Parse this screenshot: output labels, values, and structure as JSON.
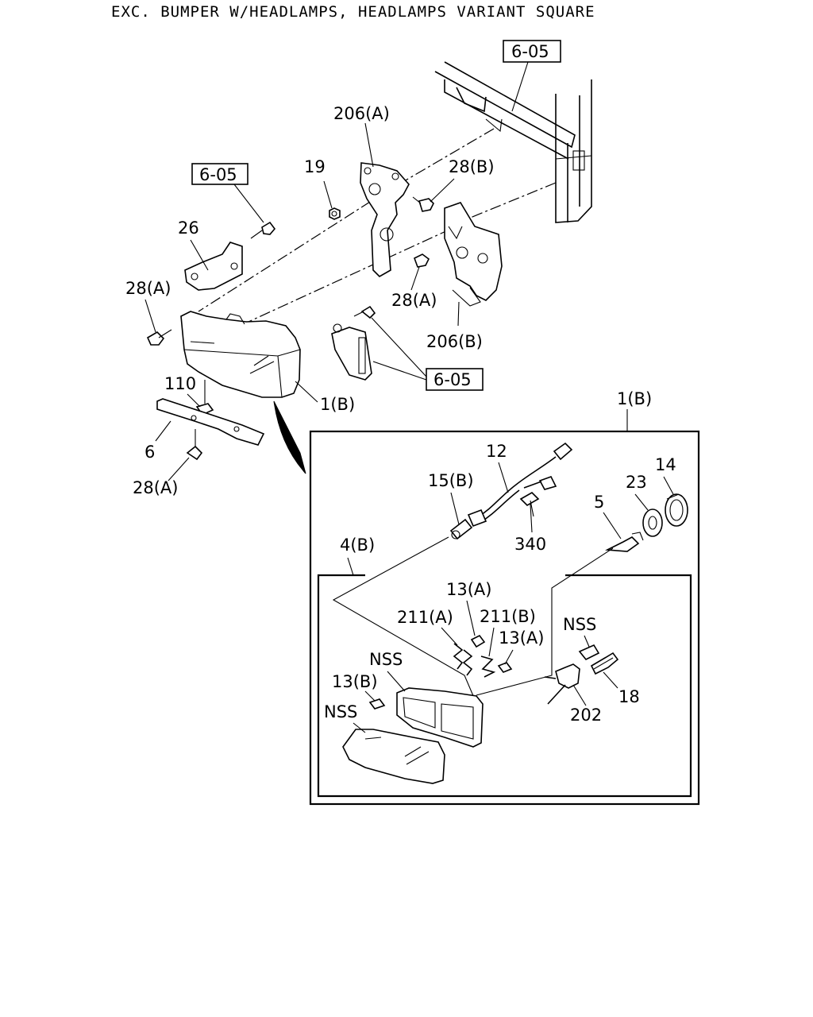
{
  "title": "EXC. BUMPER W/HEADLAMPS, HEADLAMPS VARIANT SQUARE",
  "refs": {
    "r1": "6-05",
    "r2": "6-05",
    "r3": "6-05"
  },
  "labels": {
    "p206a": "206(A)",
    "p19": "19",
    "p28b": "28(B)",
    "p26": "26",
    "p28a_left": "28(A)",
    "p28a_mid": "28(A)",
    "p206b": "206(B)",
    "p1b": "1(B)",
    "p110": "110",
    "p6": "6",
    "p28a_bottom": "28(A)",
    "p1b_box": "1(B)",
    "p12": "12",
    "p15b": "15(B)",
    "p14": "14",
    "p23": "23",
    "p5": "5",
    "p340": "340",
    "p4b": "4(B)",
    "p13a_top": "13(A)",
    "p211a": "211(A)",
    "p211b": "211(B)",
    "p13a_mid": "13(A)",
    "nss_right": "NSS",
    "nss_mid": "NSS",
    "p13b": "13(B)",
    "p18": "18",
    "p202": "202",
    "nss_lower": "NSS"
  }
}
